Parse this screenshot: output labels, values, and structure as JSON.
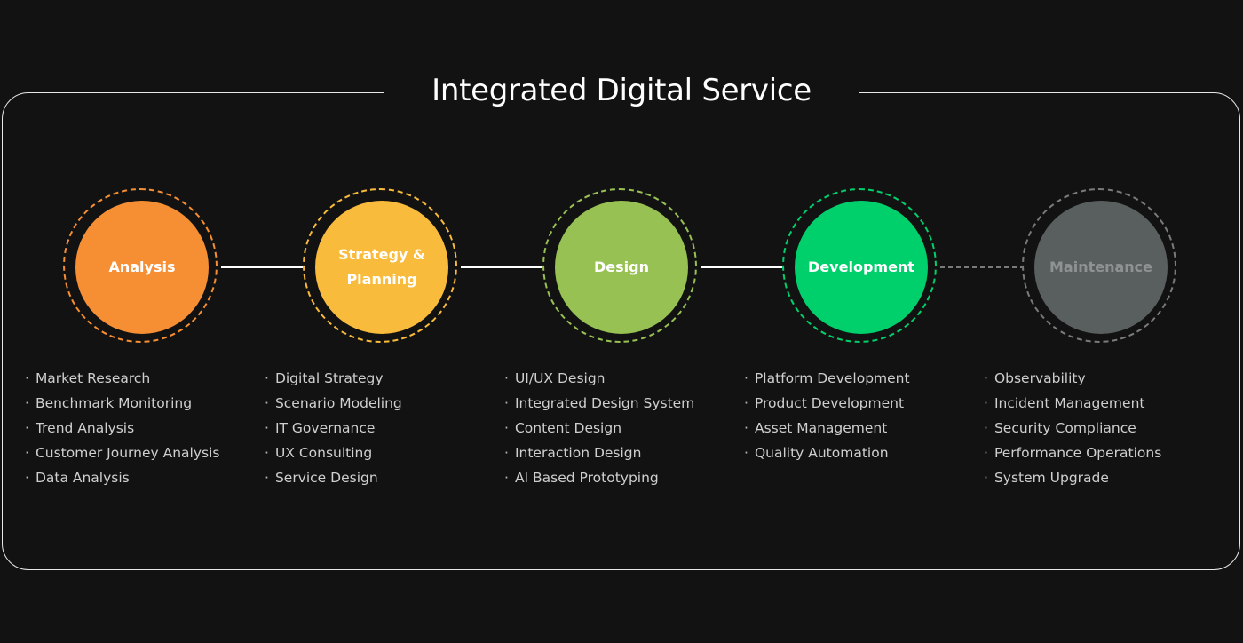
{
  "title": "Integrated Digital Service",
  "stages": [
    {
      "name": "Analysis",
      "color": "#f68e33",
      "ring": "#f68e33",
      "text": "#ffffff",
      "items": [
        "Market Research",
        "Benchmark Monitoring",
        "Trend Analysis",
        "Customer Journey Analysis",
        "Data Analysis"
      ]
    },
    {
      "name": "Strategy & Planning",
      "color": "#f9bb3c",
      "ring": "#f9bb3c",
      "text": "#ffffff",
      "items": [
        "Digital Strategy",
        "Scenario Modeling",
        "IT Governance",
        "UX Consulting",
        "Service Design"
      ]
    },
    {
      "name": "Design",
      "color": "#97c152",
      "ring": "#97c152",
      "text": "#ffffff",
      "items": [
        "UI/UX Design",
        "Integrated Design System",
        "Content Design",
        "Interaction Design",
        "AI Based Prototyping"
      ]
    },
    {
      "name": "Development",
      "color": "#00d06b",
      "ring": "#00d06b",
      "text": "#ffffff",
      "items": [
        "Platform Development",
        "Product Development",
        "Asset Management",
        "Quality Automation"
      ]
    },
    {
      "name": "Maintenance",
      "color": "#595f5e",
      "ring": "#7a7a7a",
      "text": "#8e9392",
      "items": [
        "Observability",
        "Incident Management",
        "Security Compliance",
        "Performance Operations",
        "System Upgrade"
      ]
    }
  ]
}
